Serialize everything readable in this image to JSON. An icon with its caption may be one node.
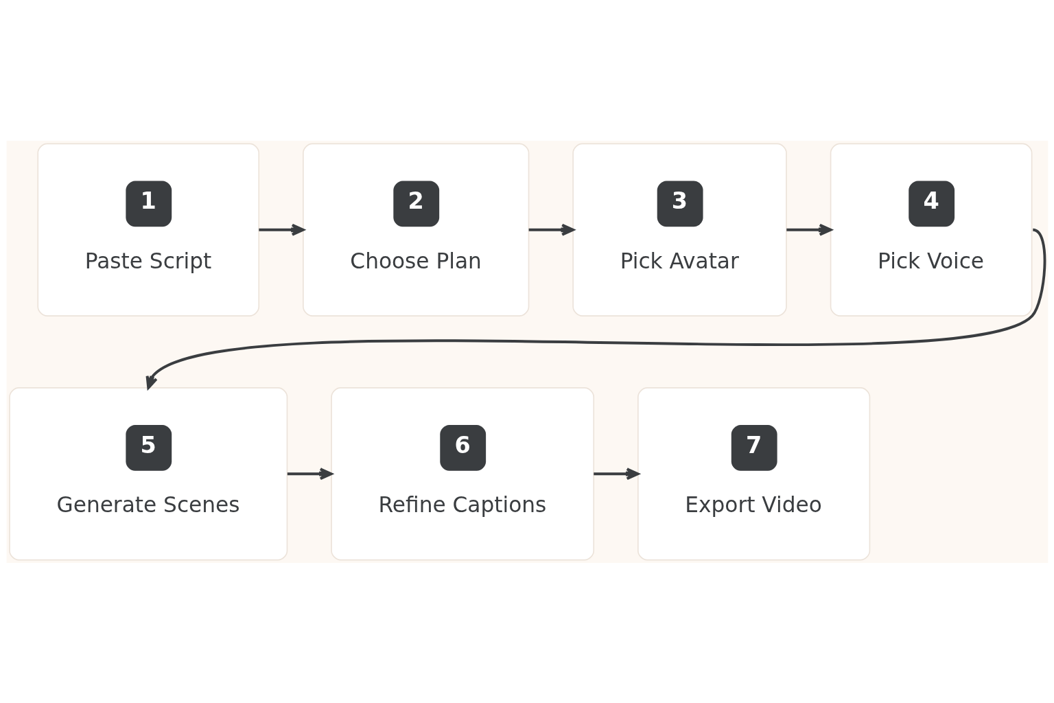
{
  "diagram": {
    "nodes": [
      {
        "text": [
          "1",
          "Paste Script"
        ]
      },
      {
        "text": [
          "2",
          "Choose Plan"
        ]
      },
      {
        "text": [
          "3",
          "Pick Avatar"
        ]
      },
      {
        "text": [
          "4",
          "Pick Voice"
        ]
      },
      {
        "text": [
          "5",
          "Generate Scenes"
        ]
      },
      {
        "text": [
          "6",
          "Refine Captions"
        ]
      },
      {
        "text": [
          "7",
          "Export Video"
        ]
      }
    ],
    "edges": [
      {
        "from": 0,
        "to": 1,
        "arrow": "to"
      },
      {
        "from": 1,
        "to": 2,
        "arrow": "to"
      },
      {
        "from": 2,
        "to": 3,
        "arrow": "to"
      },
      {
        "from": 3,
        "to": 4,
        "arrow": "to"
      },
      {
        "from": 4,
        "to": 5,
        "arrow": "to"
      },
      {
        "from": 5,
        "to": 6,
        "arrow": "to"
      }
    ]
  }
}
